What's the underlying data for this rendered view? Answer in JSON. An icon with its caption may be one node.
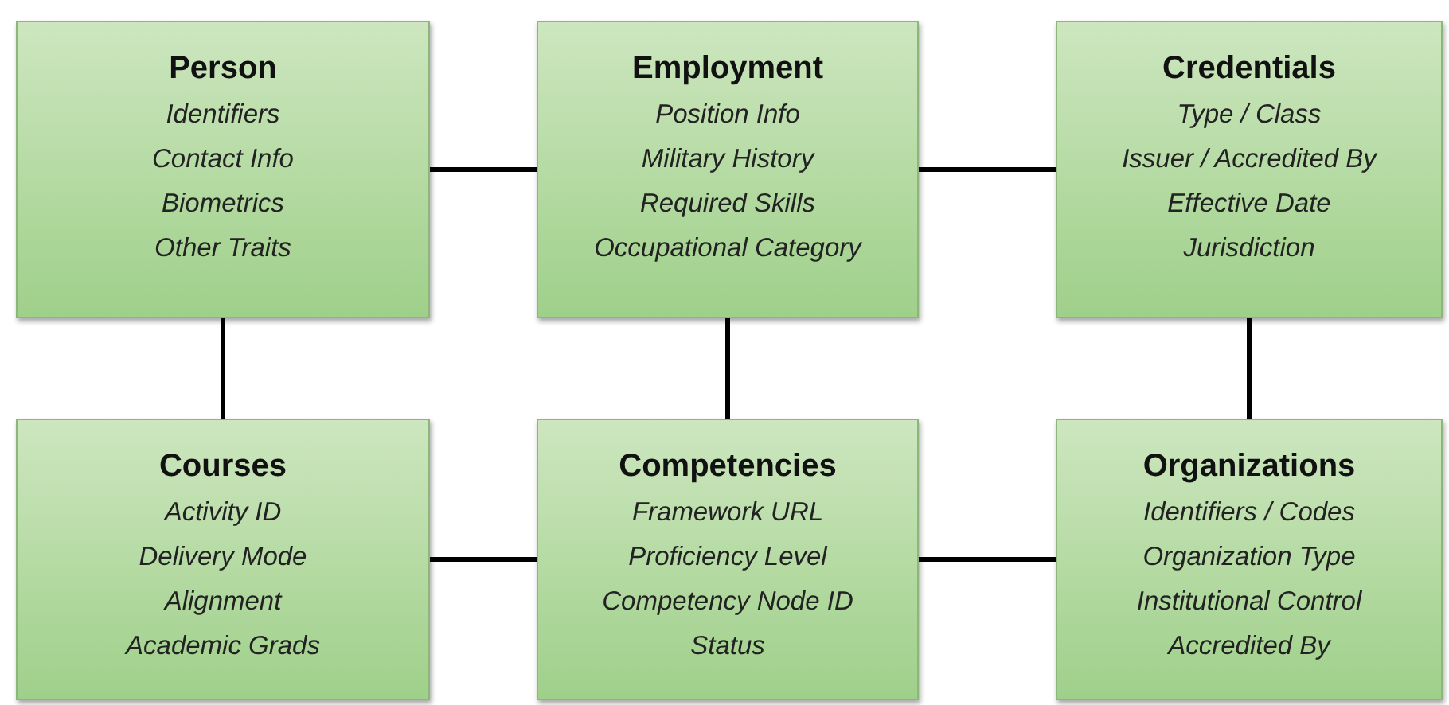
{
  "diagram": {
    "nodes": [
      {
        "text": [
          "Person",
          "Identifiers",
          "Contact Info",
          "Biometrics",
          "Other Traits"
        ]
      },
      {
        "text": [
          "Employment",
          "Position Info",
          "Military History",
          "Required Skills",
          "Occupational Category"
        ]
      },
      {
        "text": [
          "Credentials",
          "Type / Class",
          "Issuer / Accredited By",
          "Effective Date",
          "Jurisdiction"
        ]
      },
      {
        "text": [
          "Courses",
          "Activity ID",
          "Delivery Mode",
          "Alignment",
          "Academic Grads"
        ]
      },
      {
        "text": [
          "Competencies",
          "Framework URL",
          "Proficiency Level",
          "Competency Node ID",
          "Status"
        ]
      },
      {
        "text": [
          "Organizations",
          "Identifiers / Codes",
          "Organization Type",
          "Institutional Control",
          "Accredited By"
        ]
      }
    ],
    "edges": [
      {
        "from": 0,
        "to": 1,
        "arrow": "none"
      },
      {
        "from": 1,
        "to": 2,
        "arrow": "none"
      },
      {
        "from": 0,
        "to": 3,
        "arrow": "none"
      },
      {
        "from": 1,
        "to": 4,
        "arrow": "none"
      },
      {
        "from": 2,
        "to": 5,
        "arrow": "none"
      },
      {
        "from": 3,
        "to": 4,
        "arrow": "none"
      },
      {
        "from": 4,
        "to": 5,
        "arrow": "none"
      }
    ]
  }
}
